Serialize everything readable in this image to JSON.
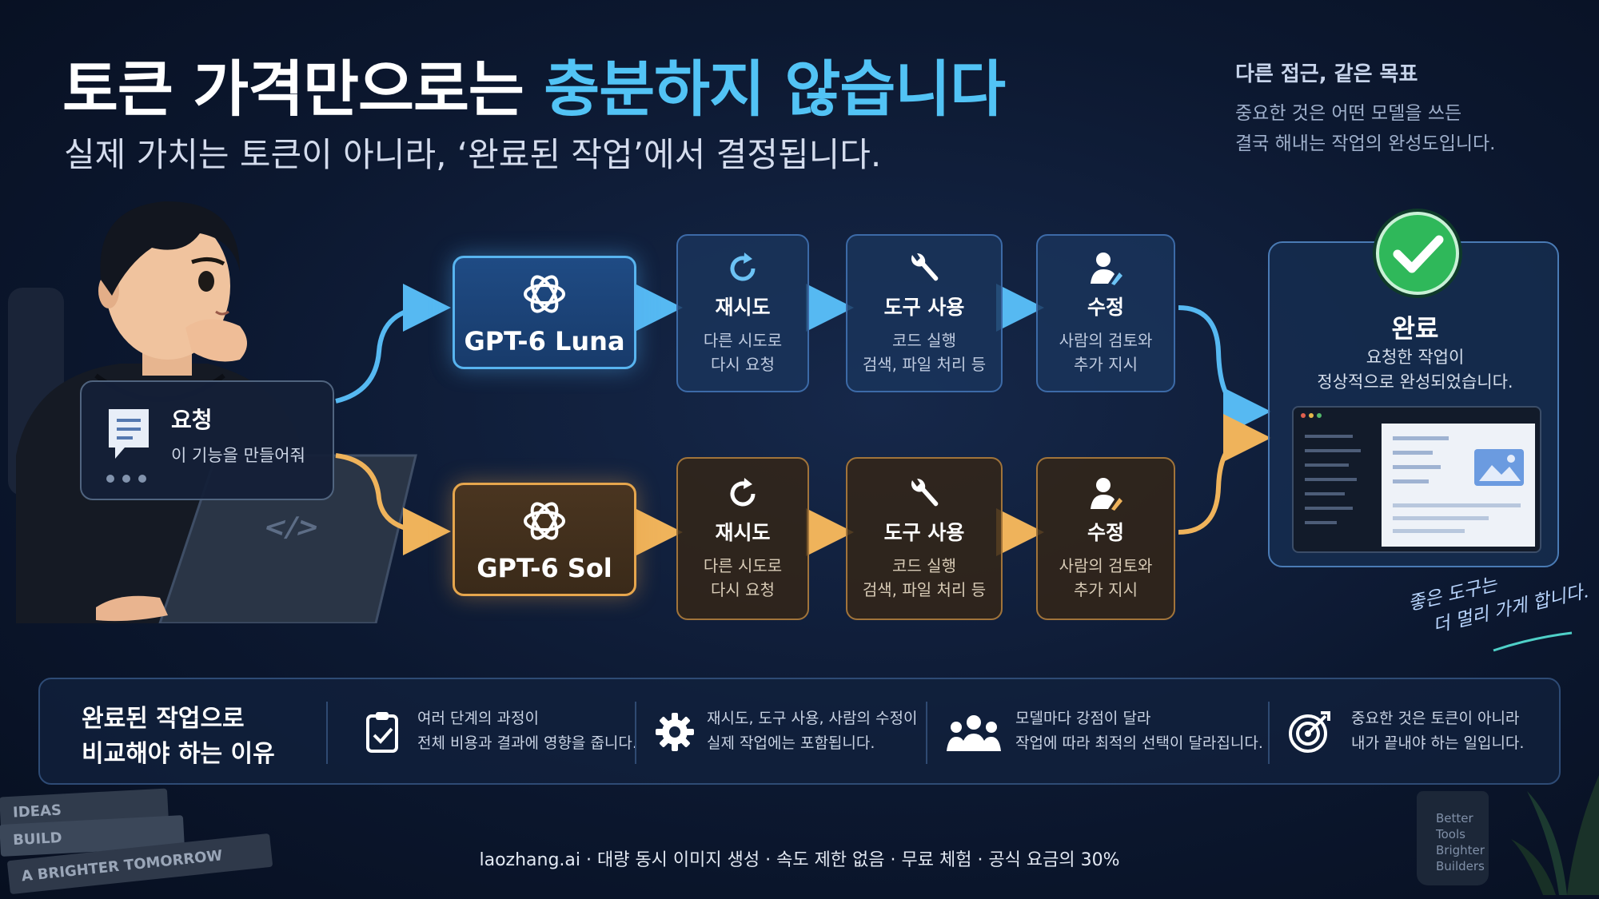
{
  "header": {
    "title_plain": "토큰 가격만으로는 ",
    "title_highlight": "충분하지 않습니다",
    "subtitle": "실제 가치는 토큰이 아니라, ‘완료된 작업’에서 결정됩니다."
  },
  "side_note": {
    "heading": "다른 접근, 같은 목표",
    "line1": "중요한 것은 어떤 모델을 쓰든",
    "line2": "결국 해내는 작업의 완성도입니다."
  },
  "request": {
    "title": "요청",
    "text": "이 기능을 만들어줘",
    "laptop_mark": "</>"
  },
  "flows": {
    "luna": {
      "model": "GPT-6 Luna",
      "steps": [
        {
          "title": "재시도",
          "line1": "다른 시도로",
          "line2": "다시 요청"
        },
        {
          "title": "도구 사용",
          "line1": "코드 실행",
          "line2": "검색, 파일 처리 등"
        },
        {
          "title": "수정",
          "line1": "사람의 검토와",
          "line2": "추가 지시"
        }
      ]
    },
    "sol": {
      "model": "GPT-6 Sol",
      "steps": [
        {
          "title": "재시도",
          "line1": "다른 시도로",
          "line2": "다시 요청"
        },
        {
          "title": "도구 사용",
          "line1": "코드 실행",
          "line2": "검색, 파일 처리 등"
        },
        {
          "title": "수정",
          "line1": "사람의 검토와",
          "line2": "추가 지시"
        }
      ]
    }
  },
  "complete": {
    "title": "완료",
    "line1": "요청한 작업이",
    "line2": "정상적으로 완성되었습니다."
  },
  "handwritten": {
    "line1": "좋은 도구는",
    "line2": "더 멀리 가게 합니다."
  },
  "reasons": {
    "title_line1": "완료된 작업으로",
    "title_line2": "비교해야 하는 이유",
    "items": [
      {
        "icon": "clipboard-check-icon",
        "line1": "여러 단계의 과정이",
        "line2": "전체 비용과 결과에 영향을 줍니다."
      },
      {
        "icon": "gear-icon",
        "line1": "재시도, 도구 사용, 사람의 수정이",
        "line2": "실제 작업에는 포함됩니다."
      },
      {
        "icon": "people-icon",
        "line1": "모델마다 강점이 달라",
        "line2": "작업에 따라 최적의 선택이 달라집니다."
      },
      {
        "icon": "target-icon",
        "line1": "중요한 것은 토큰이 아니라",
        "line2": "내가 끝내야 하는 일입니다."
      }
    ]
  },
  "books": {
    "b1": "IDEAS",
    "b2": "BUILD",
    "b3": "A BRIGHTER TOMORROW"
  },
  "mug": {
    "line1": "Better",
    "line2": "Tools",
    "line3": "Brighter",
    "line4": "Builders"
  },
  "footer": "laozhang.ai · 대량 동시 이미지 생성 · 속도 제한 없음 · 무료 체험 · 공식 요금의 30%",
  "colors": {
    "accent_blue": "#52c3f5",
    "accent_gold": "#e6a64d",
    "success_green": "#2fb85a"
  }
}
